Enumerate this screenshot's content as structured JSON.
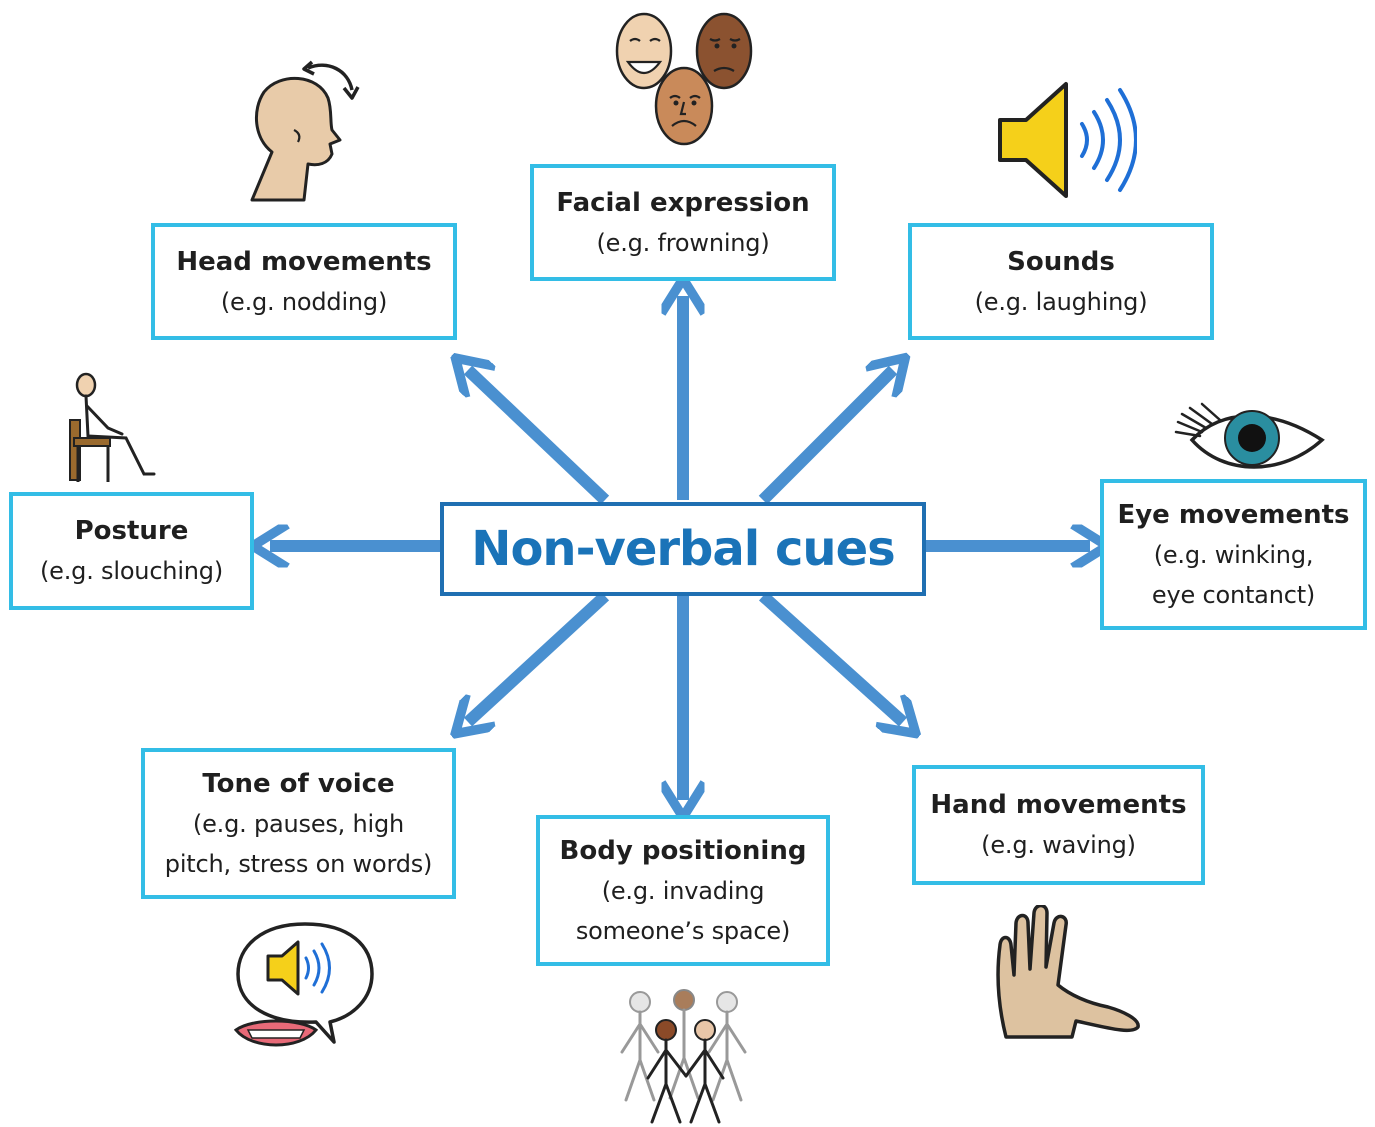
{
  "center": {
    "label": "Non-verbal cues"
  },
  "cues": {
    "facial": {
      "title": "Facial expression",
      "example": "(e.g. frowning)"
    },
    "head": {
      "title": "Head movements",
      "example": "(e.g. nodding)"
    },
    "sounds": {
      "title": "Sounds",
      "example": "(e.g. laughing)"
    },
    "posture": {
      "title": "Posture",
      "example": "(e.g. slouching)"
    },
    "eye": {
      "title": "Eye movements",
      "example_line1": "(e.g. winking,",
      "example_line2": "eye contanct)"
    },
    "tone": {
      "title": "Tone of voice",
      "example_line1": "(e.g. pauses, high",
      "example_line2": "pitch, stress on words)"
    },
    "body": {
      "title": "Body positioning",
      "example_line1": "(e.g. invading",
      "example_line2": "someone’s space)"
    },
    "hand": {
      "title": "Hand movements",
      "example": "(e.g. waving)"
    }
  },
  "colors": {
    "arrow": "#4a90d0",
    "center_border": "#1f6fb2",
    "center_text": "#1a73b8",
    "box_border": "#33bde6"
  },
  "icons": [
    "three-faces-icon",
    "head-rotation-icon",
    "speaker-icon",
    "seated-person-icon",
    "eye-icon",
    "speech-bubble-icon",
    "people-group-icon",
    "hand-icon"
  ]
}
